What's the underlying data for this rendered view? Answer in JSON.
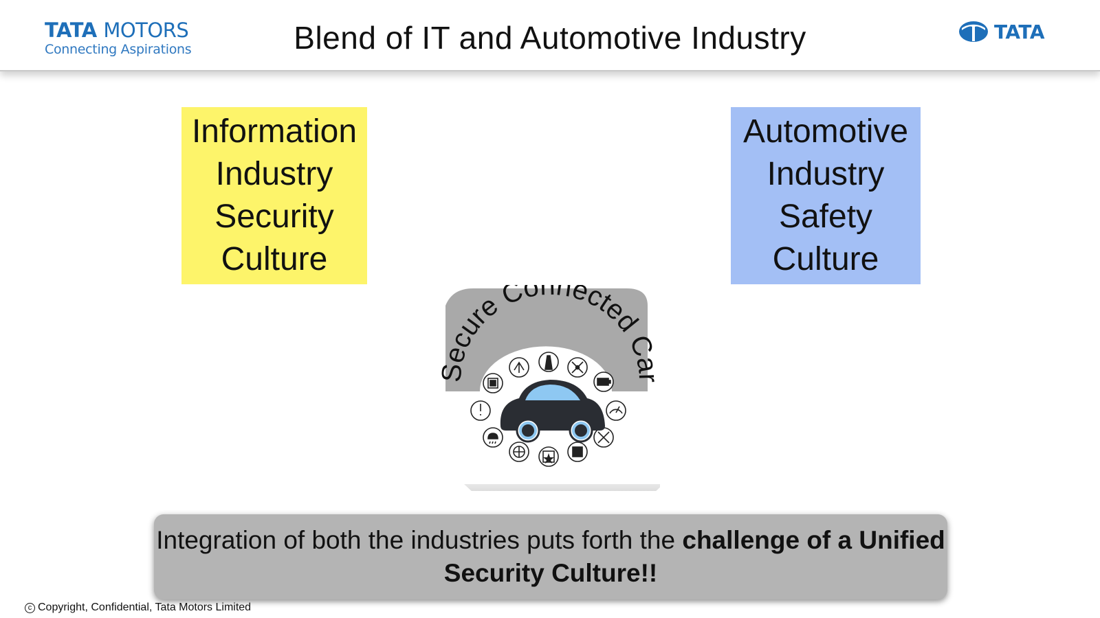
{
  "header": {
    "brand": {
      "name_bold": "TATA",
      "name_rest": "MOTORS",
      "tagline": "Connecting Aspirations"
    },
    "title": "Blend of IT and Automotive Industry",
    "logo_text": "TATA"
  },
  "boxes": {
    "it": {
      "lines": [
        "Information",
        "Industry",
        "Security",
        "Culture"
      ],
      "color": "#fdf46a"
    },
    "automotive": {
      "lines": [
        "Automotive",
        "Industry",
        "Safety",
        "Culture"
      ],
      "color": "#a3bff5"
    }
  },
  "car_graphic": {
    "arc_text": "Secure Connected Car",
    "icons": [
      "navigation-icon",
      "road-icon",
      "network-icon",
      "battery-icon",
      "speedometer-icon",
      "tools-icon",
      "processor-icon",
      "star-badge-icon",
      "web-icon",
      "weather-icon",
      "warning-icon",
      "screen-icon"
    ]
  },
  "banner": {
    "text_plain": "Integration of both the industries puts forth the ",
    "text_bold": "challenge of a Unified Security Culture!!"
  },
  "footer": {
    "symbol": "c",
    "text": "Copyright, Confidential, Tata Motors Limited"
  },
  "colors": {
    "brand_blue": "#1e6fb9",
    "car_window": "#8ec8f2",
    "car_body": "#2a2d33"
  }
}
